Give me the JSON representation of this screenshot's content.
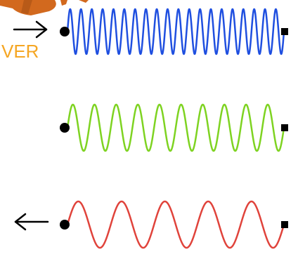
{
  "diagram": {
    "partial_label": "VER",
    "colors": {
      "label": "#f5a623",
      "object": "#d2691e",
      "endpoint": "#000000",
      "arrow": "#000000"
    },
    "waves": [
      {
        "name": "high-frequency",
        "color": "#1f4fe0",
        "cycles": 20,
        "arrow": "right"
      },
      {
        "name": "medium-frequency",
        "color": "#7ed321",
        "cycles": 10,
        "arrow": "none"
      },
      {
        "name": "low-frequency",
        "color": "#e0433b",
        "cycles": 5,
        "arrow": "left"
      }
    ]
  }
}
